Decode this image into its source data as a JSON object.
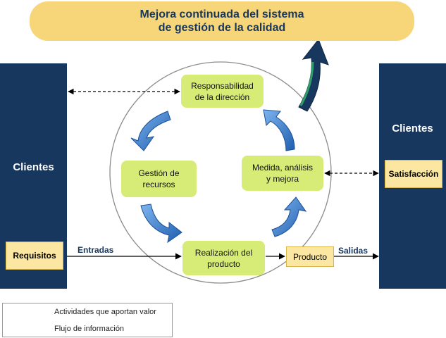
{
  "banner": {
    "line1": "Mejora continuada del sistema",
    "line2": "de gestión de la calidad"
  },
  "left_panel": {
    "title": "Clientes",
    "tag": "Requisitos"
  },
  "right_panel": {
    "title": "Clientes",
    "tag": "Satisfacción"
  },
  "processes": {
    "responsabilidad": {
      "line1": "Responsabilidad",
      "line2": "de la dirección"
    },
    "gestion": {
      "line1": "Gestión de",
      "line2": "recursos"
    },
    "medida": {
      "line1": "Medida, análisis",
      "line2": "y mejora"
    },
    "realizacion": {
      "line1": "Realización del",
      "line2": "producto"
    }
  },
  "producto": "Producto",
  "flows": {
    "entradas": "Entradas",
    "salidas": "Salidas"
  },
  "legend": {
    "solid": "Actividades que aportan valor",
    "dashed": "Flujo de información"
  },
  "colors": {
    "navy": "#17375e",
    "banner": "#f7d679",
    "process": "#d6ec77",
    "tag": "#fbe7a1",
    "cycle_arrow": "#2e6fc0"
  }
}
